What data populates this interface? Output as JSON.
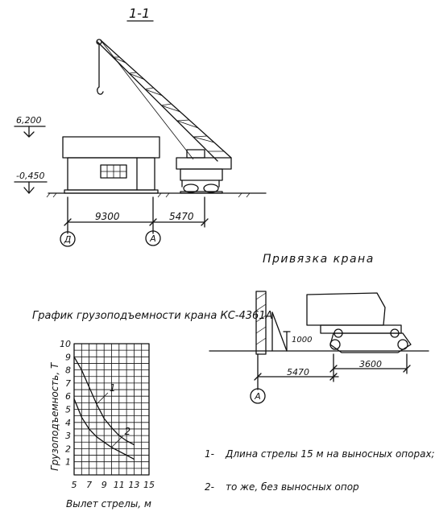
{
  "section": {
    "title": "1-1"
  },
  "elevations": {
    "top": "6,200",
    "ground": "-0,450"
  },
  "dimensions": {
    "building_width": "9300",
    "crane_offset": "5470"
  },
  "axes": {
    "left": "Д",
    "right": "А"
  },
  "binding": {
    "title": "Привязка крана",
    "height": "1000",
    "offset": "5470",
    "track": "3600",
    "axis": "А"
  },
  "chart_data": {
    "type": "line",
    "title": "График грузоподъемности крана КС-4361А",
    "xlabel": "Вылет стрелы, м",
    "ylabel": "Грузоподъемность, Т",
    "x_ticks": [
      "5",
      "7",
      "9",
      "11",
      "13",
      "15"
    ],
    "y_ticks": [
      "1",
      "2",
      "3",
      "4",
      "5",
      "6",
      "7",
      "8",
      "9",
      "10"
    ],
    "xlim": [
      5,
      15
    ],
    "ylim": [
      0,
      10
    ],
    "grid": true,
    "series": [
      {
        "name": "1",
        "x": [
          5,
          6,
          7,
          8,
          9,
          10,
          11,
          12,
          13
        ],
        "y": [
          9.0,
          8.0,
          6.7,
          5.4,
          4.3,
          3.6,
          3.0,
          2.6,
          2.3
        ]
      },
      {
        "name": "2",
        "x": [
          5,
          6,
          7,
          8,
          9,
          10,
          11,
          12,
          13
        ],
        "y": [
          5.8,
          4.4,
          3.5,
          2.9,
          2.5,
          2.1,
          1.8,
          1.5,
          1.2
        ]
      }
    ]
  },
  "notes": [
    {
      "num": "1-",
      "text": "Длина стрелы 15 м на выносных опорах;"
    },
    {
      "num": "2-",
      "text": "то же, без выносных опор"
    }
  ]
}
